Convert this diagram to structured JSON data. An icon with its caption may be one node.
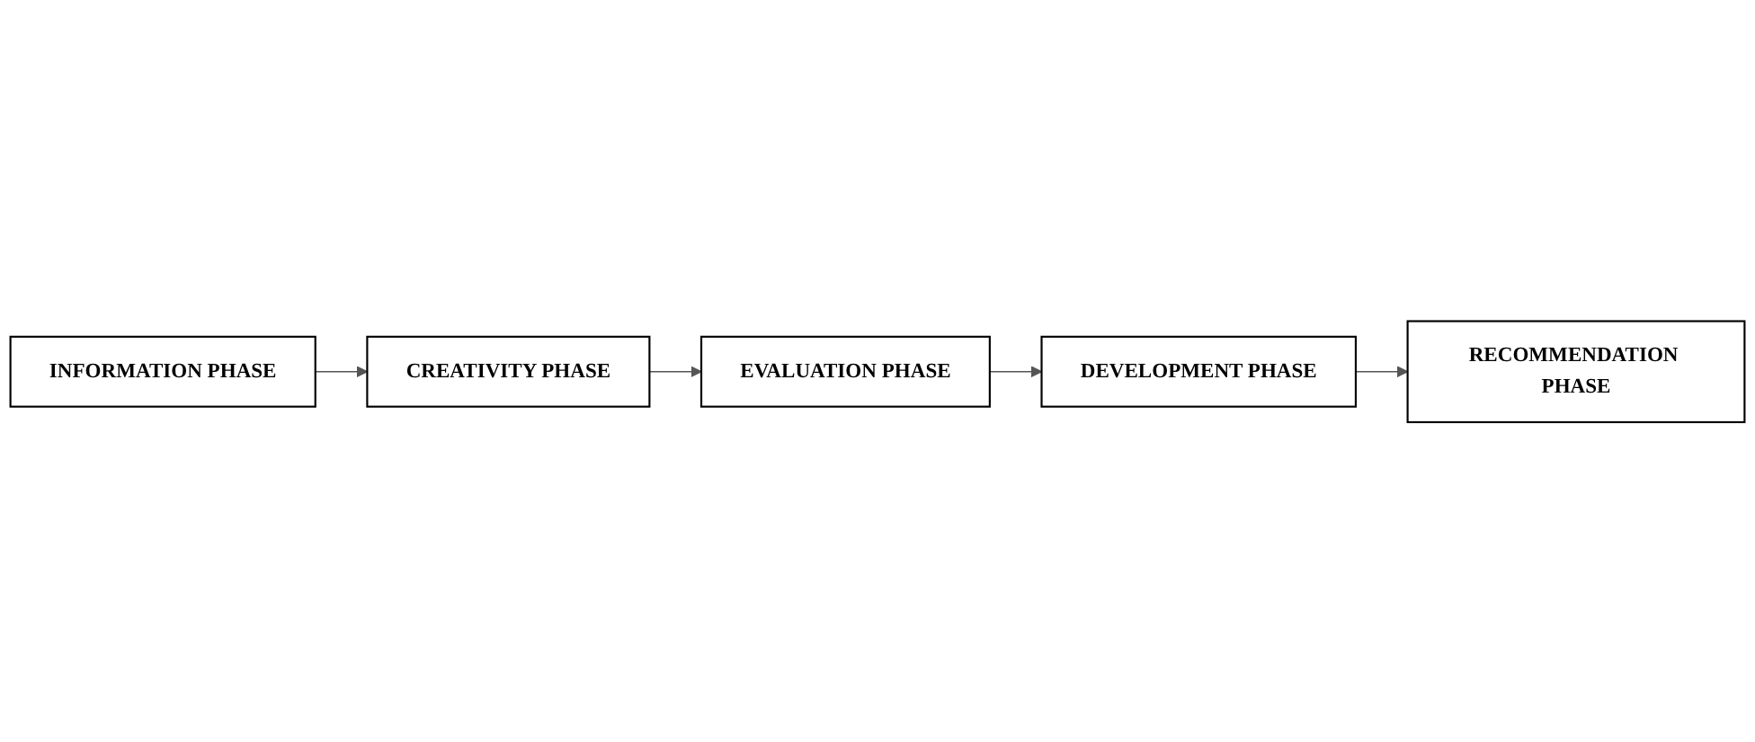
{
  "diagram": {
    "nodes": [
      {
        "text": [
          "INFORMATION PHASE"
        ]
      },
      {
        "text": [
          "CREATIVITY PHASE"
        ]
      },
      {
        "text": [
          "EVALUATION PHASE"
        ]
      },
      {
        "text": [
          "DEVELOPMENT PHASE"
        ]
      },
      {
        "text": [
          "RECOMMENDATION PHASE"
        ]
      }
    ],
    "edges": [
      {
        "from": 0,
        "to": 1,
        "arrow": "to"
      },
      {
        "from": 1,
        "to": 2,
        "arrow": "to"
      },
      {
        "from": 2,
        "to": 3,
        "arrow": "to"
      },
      {
        "from": 3,
        "to": 4,
        "arrow": "to"
      }
    ]
  }
}
